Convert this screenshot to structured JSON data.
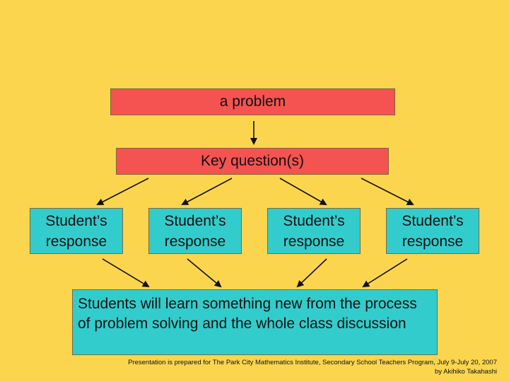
{
  "diagram": {
    "problem_label": "a problem",
    "key_question_label": "Key question(s)",
    "responses": [
      "Student’s\nresponse",
      "Student’s\nresponse",
      "Student’s\nresponse",
      "Student’s\nresponse"
    ],
    "conclusion_text": "Students will learn something new from the process of problem solving and the whole class discussion"
  },
  "footer": {
    "credit_line1": "Presentation is prepared for The Park City Mathematics Institute, Secondary School Teachers Program, July 9-July 20, 2007",
    "credit_line2": "by Akihiko Takahashi"
  },
  "colors": {
    "background": "#FBD54E",
    "red_box": "#F55252",
    "teal_box": "#33CCCC"
  }
}
